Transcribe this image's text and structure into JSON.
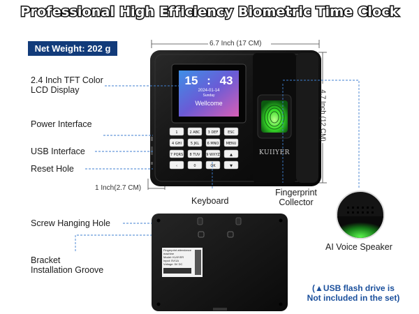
{
  "title": "Professional High Efficiency Biometric Time Clock",
  "weight_badge": "Net Weight: 202 g",
  "dimensions": {
    "width": "6.7 Inch (17 CM)",
    "height": "4.7 Inch (12 CM)",
    "depth": "1 Inch(2.7 CM)"
  },
  "callouts": {
    "lcd_line1": "2.4 Inch TFT Color",
    "lcd_line2": "LCD Display",
    "power": "Power Interface",
    "usb": "USB Interface",
    "reset": "Reset Hole",
    "keyboard": "Keyboard",
    "fingerprint_line1": "Fingerprint",
    "fingerprint_line2": "Collector",
    "screw": "Screw Hanging Hole",
    "bracket_line1": "Bracket",
    "bracket_line2": "Installation Groove",
    "speaker": "AI Voice Speaker"
  },
  "device_screen": {
    "time_h": "15",
    "time_m": "43",
    "date": "2024-01-14",
    "weekday": "Sunday",
    "welcome": "Wellcome"
  },
  "brand": "KUIIYER",
  "keypad": [
    {
      "n": "1",
      "s": ""
    },
    {
      "n": "2",
      "s": "ABC"
    },
    {
      "n": "3",
      "s": "DEF"
    },
    {
      "n": "",
      "s": "ESC"
    },
    {
      "n": "4",
      "s": "GHI"
    },
    {
      "n": "5",
      "s": "JKL"
    },
    {
      "n": "6",
      "s": "MNO"
    },
    {
      "n": "",
      "s": "MENU"
    },
    {
      "n": "7",
      "s": "PQRS"
    },
    {
      "n": "8",
      "s": "TUV"
    },
    {
      "n": "9",
      "s": "WXYZ"
    },
    {
      "n": "",
      "s": "▲"
    },
    {
      "n": "",
      "s": "‹"
    },
    {
      "n": "0",
      "s": ""
    },
    {
      "n": "",
      "s": "OK"
    },
    {
      "n": "",
      "s": "▼"
    }
  ],
  "back_label": {
    "line1": "Fingerprint attendance",
    "line2": "machine",
    "line3": "Model: KUIIYER",
    "line4": "Input: 5V/1A",
    "line5": "Voltage: 5V DC"
  },
  "note_line1": "(▲USB flash drive is",
  "note_line2": "Not included in the set)",
  "colors": {
    "title_fill": "#ffffff",
    "title_stroke": "#111111",
    "badge_bg": "#123b7a",
    "note_text": "#1a4f9c",
    "fingerprint_glow": "#3adf2a",
    "leader_line": "#3f7fd0"
  }
}
